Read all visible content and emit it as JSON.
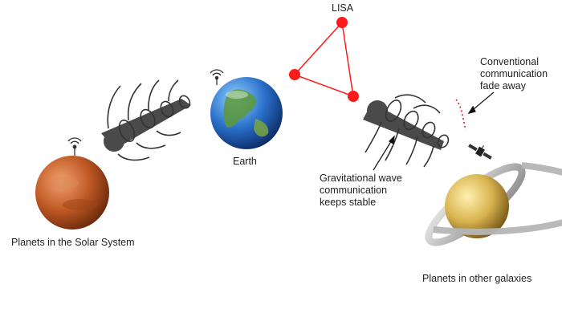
{
  "labels": {
    "lisa": "LISA",
    "earth": "Earth",
    "planets_solar": "Planets in the Solar System",
    "planets_other": "Planets in other galaxies",
    "conventional": [
      "Conventional",
      "communication",
      "fade away"
    ],
    "gw": [
      "Gravitational wave",
      "communication",
      "keeps stable"
    ]
  },
  "colors": {
    "lisa_red": "#ff1a1a",
    "beam_gray": "#4a4a4a",
    "mars_orange": "#c8662e",
    "earth_blue": "#2a6fc9",
    "saturn_gold": "#c9a640"
  },
  "icons": [
    "antenna-icon",
    "satellite-icon"
  ]
}
